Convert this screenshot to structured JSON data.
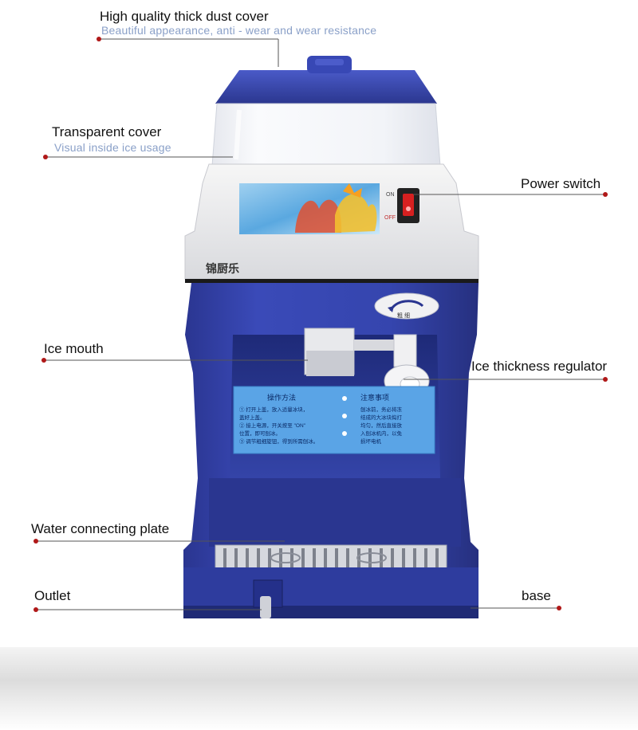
{
  "callouts": {
    "dust_cover": {
      "title": "High quality thick dust cover",
      "subtitle": "Beautiful appearance, anti - wear and wear resistance"
    },
    "transparent_cover": {
      "title": "Transparent cover",
      "subtitle": "Visual inside ice usage"
    },
    "power_switch": {
      "title": "Power switch"
    },
    "ice_mouth": {
      "title": "Ice mouth"
    },
    "thickness_regulator": {
      "title": "Ice thickness regulator"
    },
    "water_plate": {
      "title": "Water connecting plate"
    },
    "outlet": {
      "title": "Outlet"
    },
    "base": {
      "title": "base"
    }
  },
  "machine": {
    "brand": "锦厨乐",
    "switch_on": "ON",
    "switch_off": "OFF",
    "panel_left_title": "操作方法",
    "panel_right_title": "注意事项",
    "panel_left_lines": [
      "① 打开上盖，放入适量冰块，",
      "   盖好上盖。",
      "② 接上电源，开关按至 \"ON\"",
      "   位置，即可刨冰。",
      "③ 调节粗细旋钮，得到所需刨冰。"
    ],
    "panel_right_lines": [
      "刨冰前，务必将冻",
      "结成的大冰块捣打",
      "均匀，然后直接放",
      "入刨冰机内，以免",
      "损坏电机"
    ],
    "dial_text": "粗 细"
  },
  "colors": {
    "body_blue": "#2f3fa8",
    "accent_dot": "#b01818",
    "subtitle": "#8aa0c8"
  }
}
